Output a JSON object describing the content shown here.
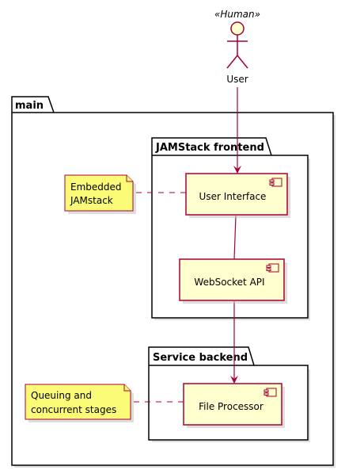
{
  "actor": {
    "stereotype": "«Human»",
    "label": "User"
  },
  "packages": {
    "main": {
      "label": "main"
    },
    "frontend": {
      "label": "JAMStack frontend"
    },
    "backend": {
      "label": "Service backend"
    }
  },
  "components": {
    "ui": {
      "label": "User Interface"
    },
    "ws": {
      "label": "WebSocket API"
    },
    "fp": {
      "label": "File Processor"
    }
  },
  "notes": {
    "jam": {
      "line1": "Embedded",
      "line2": "JAMstack"
    },
    "queue": {
      "line1": "Queuing and",
      "line2": "concurrent stages"
    }
  },
  "colors": {
    "line": "#A80036",
    "fill": "#FEFECE",
    "note": "#FBFB77",
    "frame": "#000000",
    "shadow": "#C8C8C8"
  }
}
